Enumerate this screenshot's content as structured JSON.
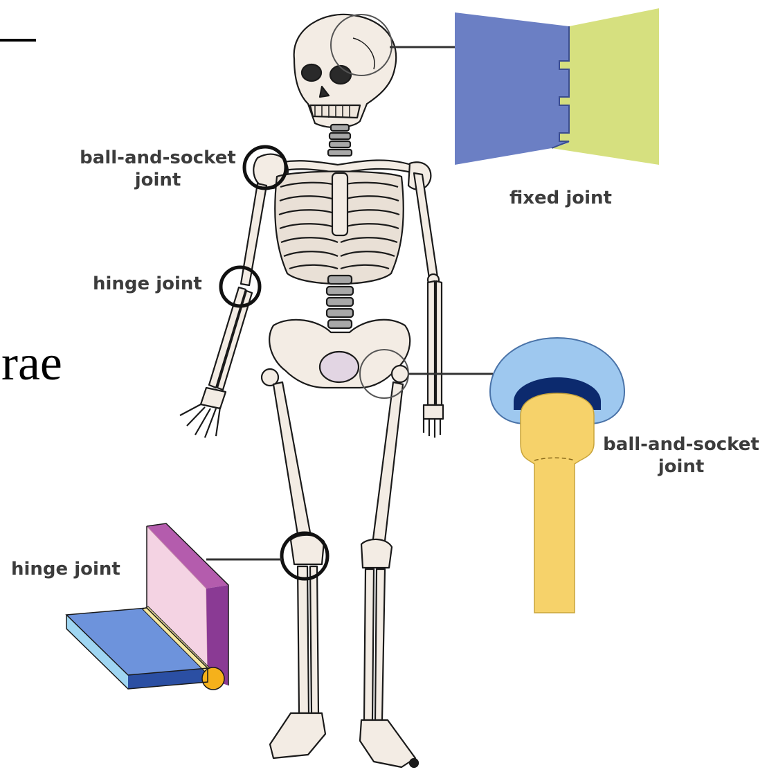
{
  "slide_text": {
    "fragment": "rae"
  },
  "labels": {
    "shoulder_line1": "ball-and-socket",
    "shoulder_line2": "joint",
    "elbow": "hinge joint",
    "fixed": "fixed joint",
    "hip_line1": "ball-and-socket",
    "hip_line2": "joint",
    "knee": "hinge joint"
  },
  "colors": {
    "bone": "#f3ece4",
    "outline": "#1a1a1a",
    "fixed_left": "#6b7fc4",
    "fixed_right": "#d6e07f",
    "socket_light": "#9ec8ef",
    "socket_dark": "#0c2a6e",
    "ball": "#f6d26a",
    "hinge_pink": "#f4d3e3",
    "hinge_purple": "#8a3a94",
    "hinge_blue": "#6d93dc",
    "hinge_blue_dark": "#2b4fa3",
    "hinge_pin": "#f5b11b"
  }
}
